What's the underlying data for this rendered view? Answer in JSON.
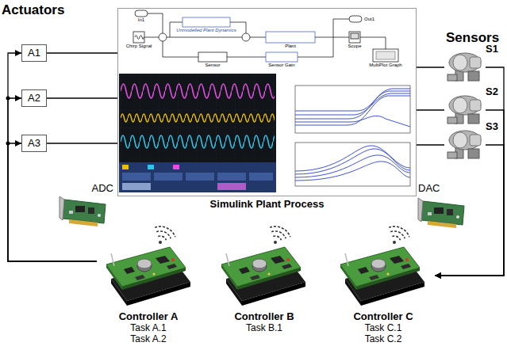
{
  "diagram": {
    "nodes": [
      {
        "text": [
          "A1"
        ]
      },
      {
        "text": [
          "A2"
        ]
      },
      {
        "text": [
          "A3"
        ]
      },
      {
        "text": [
          "Simulink Plant Process"
        ]
      },
      {
        "text": [
          "S1"
        ]
      },
      {
        "text": [
          "S2"
        ]
      },
      {
        "text": [
          "S3"
        ]
      },
      {
        "text": [
          "ADC"
        ]
      },
      {
        "text": [
          "DAC"
        ]
      },
      {
        "text": [
          "Controller A",
          "Task A.1",
          "Task A.2"
        ]
      },
      {
        "text": [
          "Controller B",
          "Task B.1"
        ]
      },
      {
        "text": [
          "Controller C",
          "Task C.1",
          "Task C.2"
        ]
      }
    ],
    "edges": [
      {
        "from": 0,
        "to": 3,
        "arrow": "none"
      },
      {
        "from": 1,
        "to": 3,
        "arrow": "none"
      },
      {
        "from": 2,
        "to": 3,
        "arrow": "none"
      },
      {
        "from": 3,
        "to": 4,
        "arrow": "none"
      },
      {
        "from": 3,
        "to": 5,
        "arrow": "none"
      },
      {
        "from": 3,
        "to": 6,
        "arrow": "none"
      },
      {
        "from": 9,
        "to": 0,
        "arrow": "to"
      },
      {
        "from": 9,
        "to": 1,
        "arrow": "to"
      },
      {
        "from": 9,
        "to": 2,
        "arrow": "to"
      },
      {
        "from": 4,
        "to": 11,
        "arrow": "to"
      },
      {
        "from": 5,
        "to": 11,
        "arrow": "to"
      },
      {
        "from": 6,
        "to": 11,
        "arrow": "to"
      }
    ],
    "labels": [
      "Actuators",
      "Sensors",
      "In1",
      "Chirp Signal",
      "Unmodelled Plant Dynamics",
      "Plant",
      "Out1",
      "Scope",
      "Sensor",
      "Sensor Gain",
      "MultiPlot Graph"
    ]
  }
}
